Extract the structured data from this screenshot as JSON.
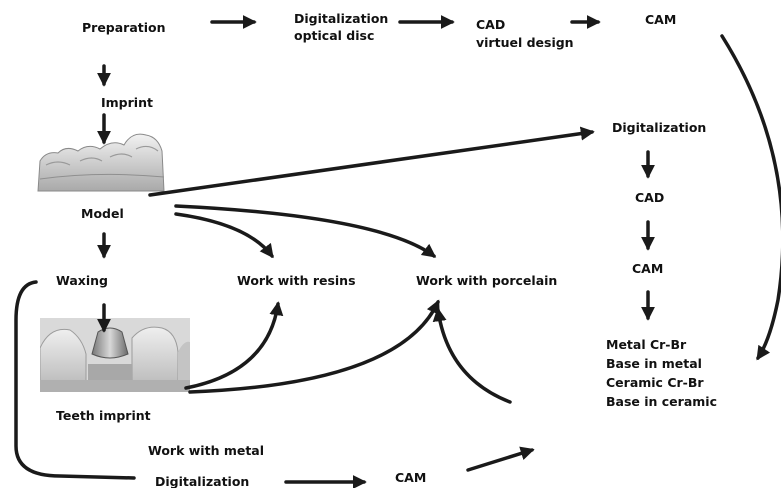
{
  "colors": {
    "ink": "#1a1a1a",
    "background": "#ffffff",
    "photo_gray": "#c9c9c9"
  },
  "images": {
    "model_photo": "dental-model-photo",
    "teeth_photo": "teeth-crown-photo"
  },
  "nodes": {
    "preparation": "Preparation",
    "digitalization_optical_1": "Digitalization",
    "digitalization_optical_2": "optical disc",
    "cad_virtual_1": "CAD",
    "cad_virtual_2": "virtuel design",
    "cam_top": "CAM",
    "imprint": "Imprint",
    "model": "Model",
    "waxing": "Waxing",
    "work_resins": "Work with  resins",
    "work_porcelain": "Work with porcelain",
    "teeth_imprint": "Teeth imprint",
    "work_metal": "Work with metal",
    "digitalization_bottom": "Digitalization",
    "cam_bottom": "CAM",
    "digitalization_right": "Digitalization",
    "cad_right": "CAD",
    "cam_right": "CAM",
    "results": [
      "Metal Cr-Br",
      "Base in metal",
      "Ceramic Cr-Br",
      "Base in ceramic"
    ]
  }
}
